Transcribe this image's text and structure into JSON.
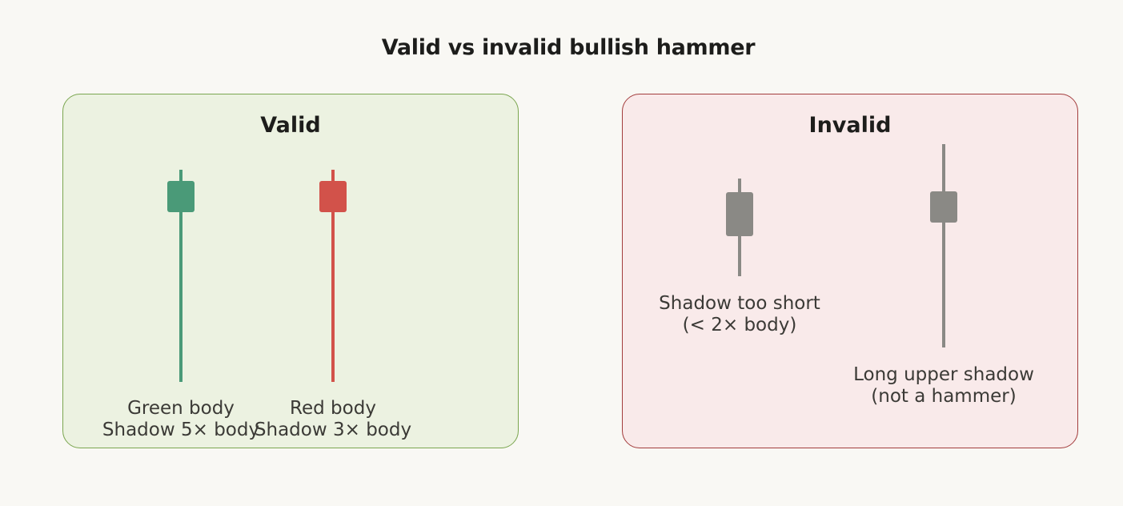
{
  "title": "Valid vs invalid bullish hammer",
  "panels": {
    "valid": {
      "title": "Valid",
      "candles": [
        {
          "line1": "Green body",
          "line2": "Shadow 5× body",
          "color": "#4a9a78"
        },
        {
          "line1": "Red body",
          "line2": "Shadow 3× body",
          "color": "#d2524a"
        }
      ]
    },
    "invalid": {
      "title": "Invalid",
      "candles": [
        {
          "line1": "Shadow too short",
          "line2": "(< 2× body)",
          "color": "#8a8985"
        },
        {
          "line1": "Long upper shadow",
          "line2": "(not a hammer)",
          "color": "#8a8985"
        }
      ]
    }
  },
  "colors": {
    "valid_fill": "#ecf2e1",
    "valid_border": "#7ba650",
    "invalid_fill": "#f9eaea",
    "invalid_border": "#a33d3d"
  }
}
